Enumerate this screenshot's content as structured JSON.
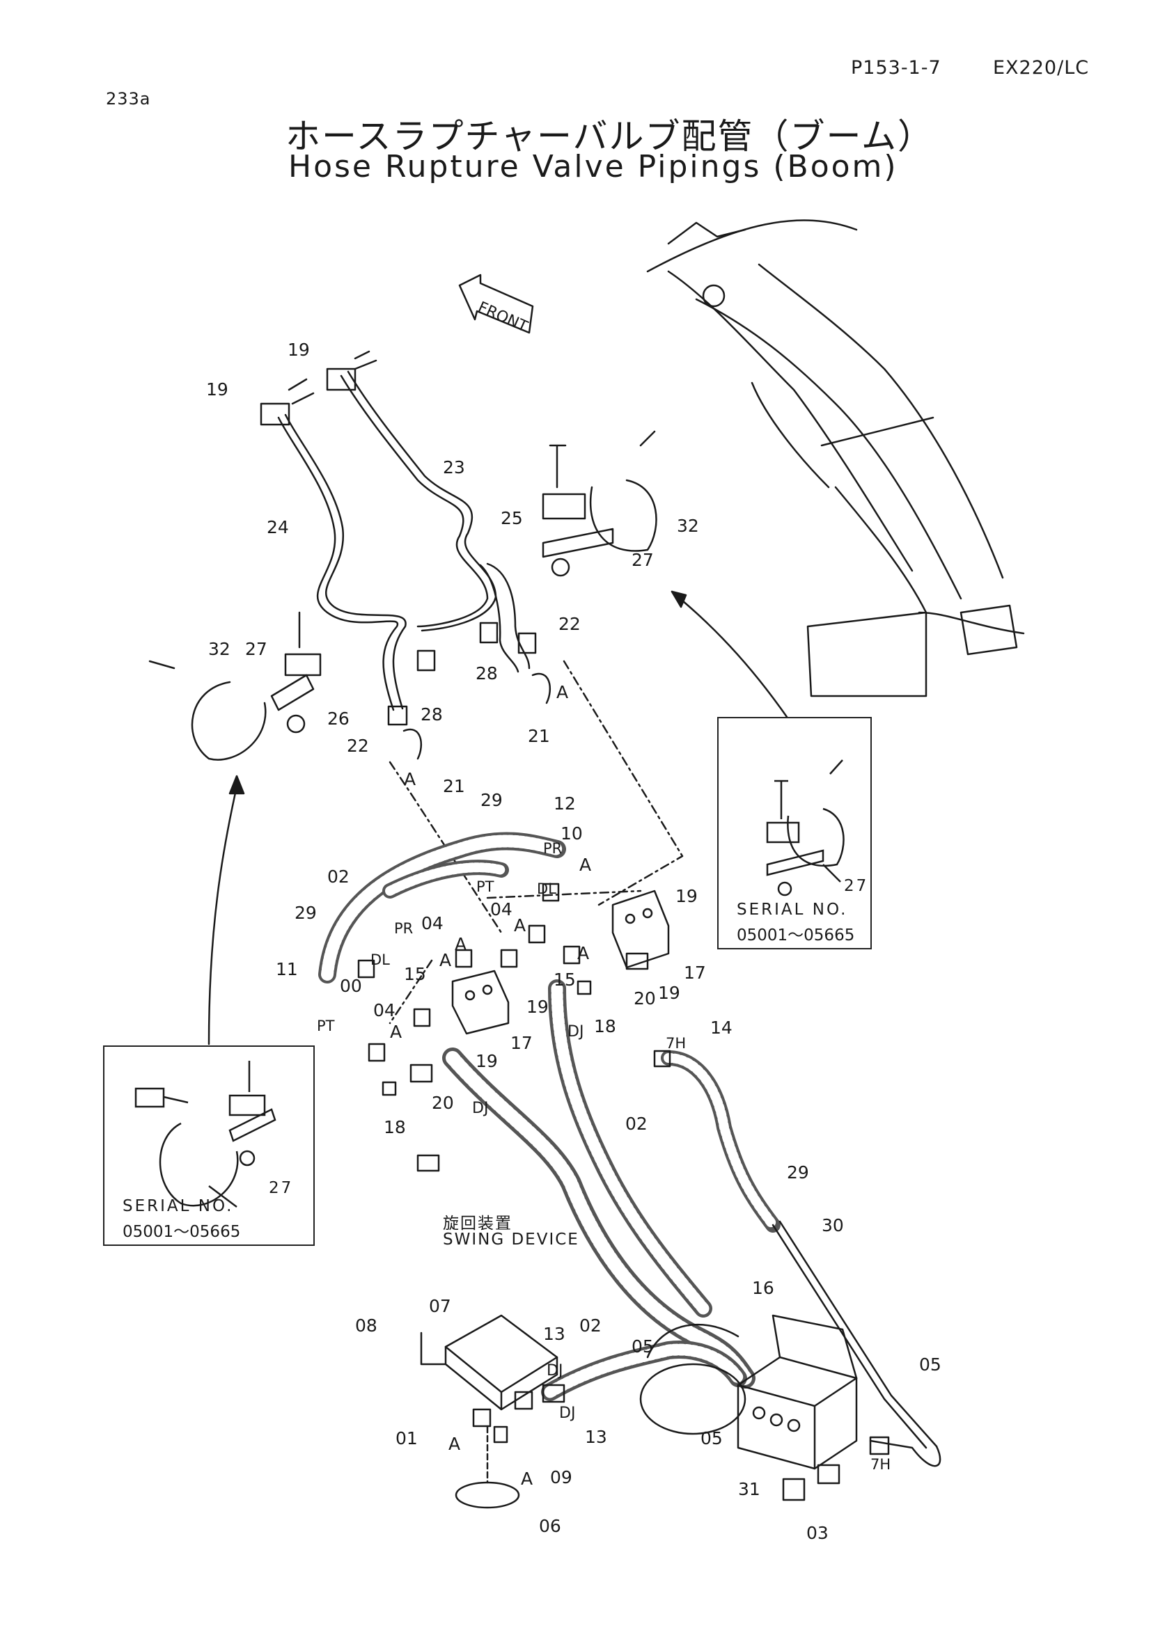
{
  "header": {
    "page_number": "233a",
    "part_code": "P153-1-7",
    "model_code": "EX220/LC"
  },
  "title": {
    "japanese": "ホースラプチャーバルブ配管（ブーム）",
    "english": "Hose Rupture Valve Pipings (Boom)"
  },
  "direction_label": "FRONT",
  "component_labels": {
    "swing_device_jp": "旋回装置",
    "swing_device_en": "SWING DEVICE"
  },
  "insets": {
    "right": {
      "serial_label": "SERIAL  NO.",
      "serial_range": "05001～05665",
      "part": "27"
    },
    "left": {
      "serial_label": "SERIAL  NO.",
      "serial_range": "05001～05665",
      "part": "27"
    }
  },
  "callouts": [
    {
      "id": "c1",
      "text": "19"
    },
    {
      "id": "c2",
      "text": "19"
    },
    {
      "id": "c3",
      "text": "23"
    },
    {
      "id": "c4",
      "text": "24"
    },
    {
      "id": "c5",
      "text": "25"
    },
    {
      "id": "c6",
      "text": "32"
    },
    {
      "id": "c7",
      "text": "27"
    },
    {
      "id": "c8",
      "text": "32"
    },
    {
      "id": "c9",
      "text": "27"
    },
    {
      "id": "c10",
      "text": "22"
    },
    {
      "id": "c11",
      "text": "28"
    },
    {
      "id": "c12",
      "text": "A"
    },
    {
      "id": "c13",
      "text": "21"
    },
    {
      "id": "c14",
      "text": "26"
    },
    {
      "id": "c15",
      "text": "28"
    },
    {
      "id": "c16",
      "text": "22"
    },
    {
      "id": "c17",
      "text": "A"
    },
    {
      "id": "c18",
      "text": "21"
    },
    {
      "id": "c19",
      "text": "29"
    },
    {
      "id": "c20",
      "text": "12"
    },
    {
      "id": "c21",
      "text": "10"
    },
    {
      "id": "c22",
      "text": "PR"
    },
    {
      "id": "c23",
      "text": "A"
    },
    {
      "id": "c24",
      "text": "02"
    },
    {
      "id": "c25",
      "text": "PT"
    },
    {
      "id": "c26",
      "text": "04"
    },
    {
      "id": "c27",
      "text": "DL"
    },
    {
      "id": "c28",
      "text": "19"
    },
    {
      "id": "c29",
      "text": "29"
    },
    {
      "id": "c30",
      "text": "04"
    },
    {
      "id": "c31",
      "text": "PR"
    },
    {
      "id": "c32",
      "text": "A"
    },
    {
      "id": "c33",
      "text": "A"
    },
    {
      "id": "c34",
      "text": "A"
    },
    {
      "id": "c35",
      "text": "17"
    },
    {
      "id": "c36",
      "text": "11"
    },
    {
      "id": "c37",
      "text": "DL"
    },
    {
      "id": "c38",
      "text": "00"
    },
    {
      "id": "c39",
      "text": "15"
    },
    {
      "id": "c40",
      "text": "A"
    },
    {
      "id": "c41",
      "text": "15"
    },
    {
      "id": "c42",
      "text": "20"
    },
    {
      "id": "c43",
      "text": "19"
    },
    {
      "id": "c44",
      "text": "PT"
    },
    {
      "id": "c45",
      "text": "04"
    },
    {
      "id": "c46",
      "text": "A"
    },
    {
      "id": "c47",
      "text": "19"
    },
    {
      "id": "c48",
      "text": "DJ"
    },
    {
      "id": "c49",
      "text": "18"
    },
    {
      "id": "c50",
      "text": "17"
    },
    {
      "id": "c51",
      "text": "7H"
    },
    {
      "id": "c52",
      "text": "14"
    },
    {
      "id": "c53",
      "text": "19"
    },
    {
      "id": "c54",
      "text": "18"
    },
    {
      "id": "c55",
      "text": "20"
    },
    {
      "id": "c56",
      "text": "DJ"
    },
    {
      "id": "c57",
      "text": "02"
    },
    {
      "id": "c58",
      "text": "29"
    },
    {
      "id": "c59",
      "text": "30"
    },
    {
      "id": "c60",
      "text": "16"
    },
    {
      "id": "c61",
      "text": "07"
    },
    {
      "id": "c62",
      "text": "08"
    },
    {
      "id": "c63",
      "text": "13"
    },
    {
      "id": "c64",
      "text": "02"
    },
    {
      "id": "c65",
      "text": "05"
    },
    {
      "id": "c66",
      "text": "DJ"
    },
    {
      "id": "c67",
      "text": "05"
    },
    {
      "id": "c68",
      "text": "DJ"
    },
    {
      "id": "c69",
      "text": "01"
    },
    {
      "id": "c70",
      "text": "A"
    },
    {
      "id": "c71",
      "text": "13"
    },
    {
      "id": "c72",
      "text": "05"
    },
    {
      "id": "c73",
      "text": "7H"
    },
    {
      "id": "c74",
      "text": "A"
    },
    {
      "id": "c75",
      "text": "09"
    },
    {
      "id": "c76",
      "text": "31"
    },
    {
      "id": "c77",
      "text": "06"
    },
    {
      "id": "c78",
      "text": "03"
    }
  ]
}
